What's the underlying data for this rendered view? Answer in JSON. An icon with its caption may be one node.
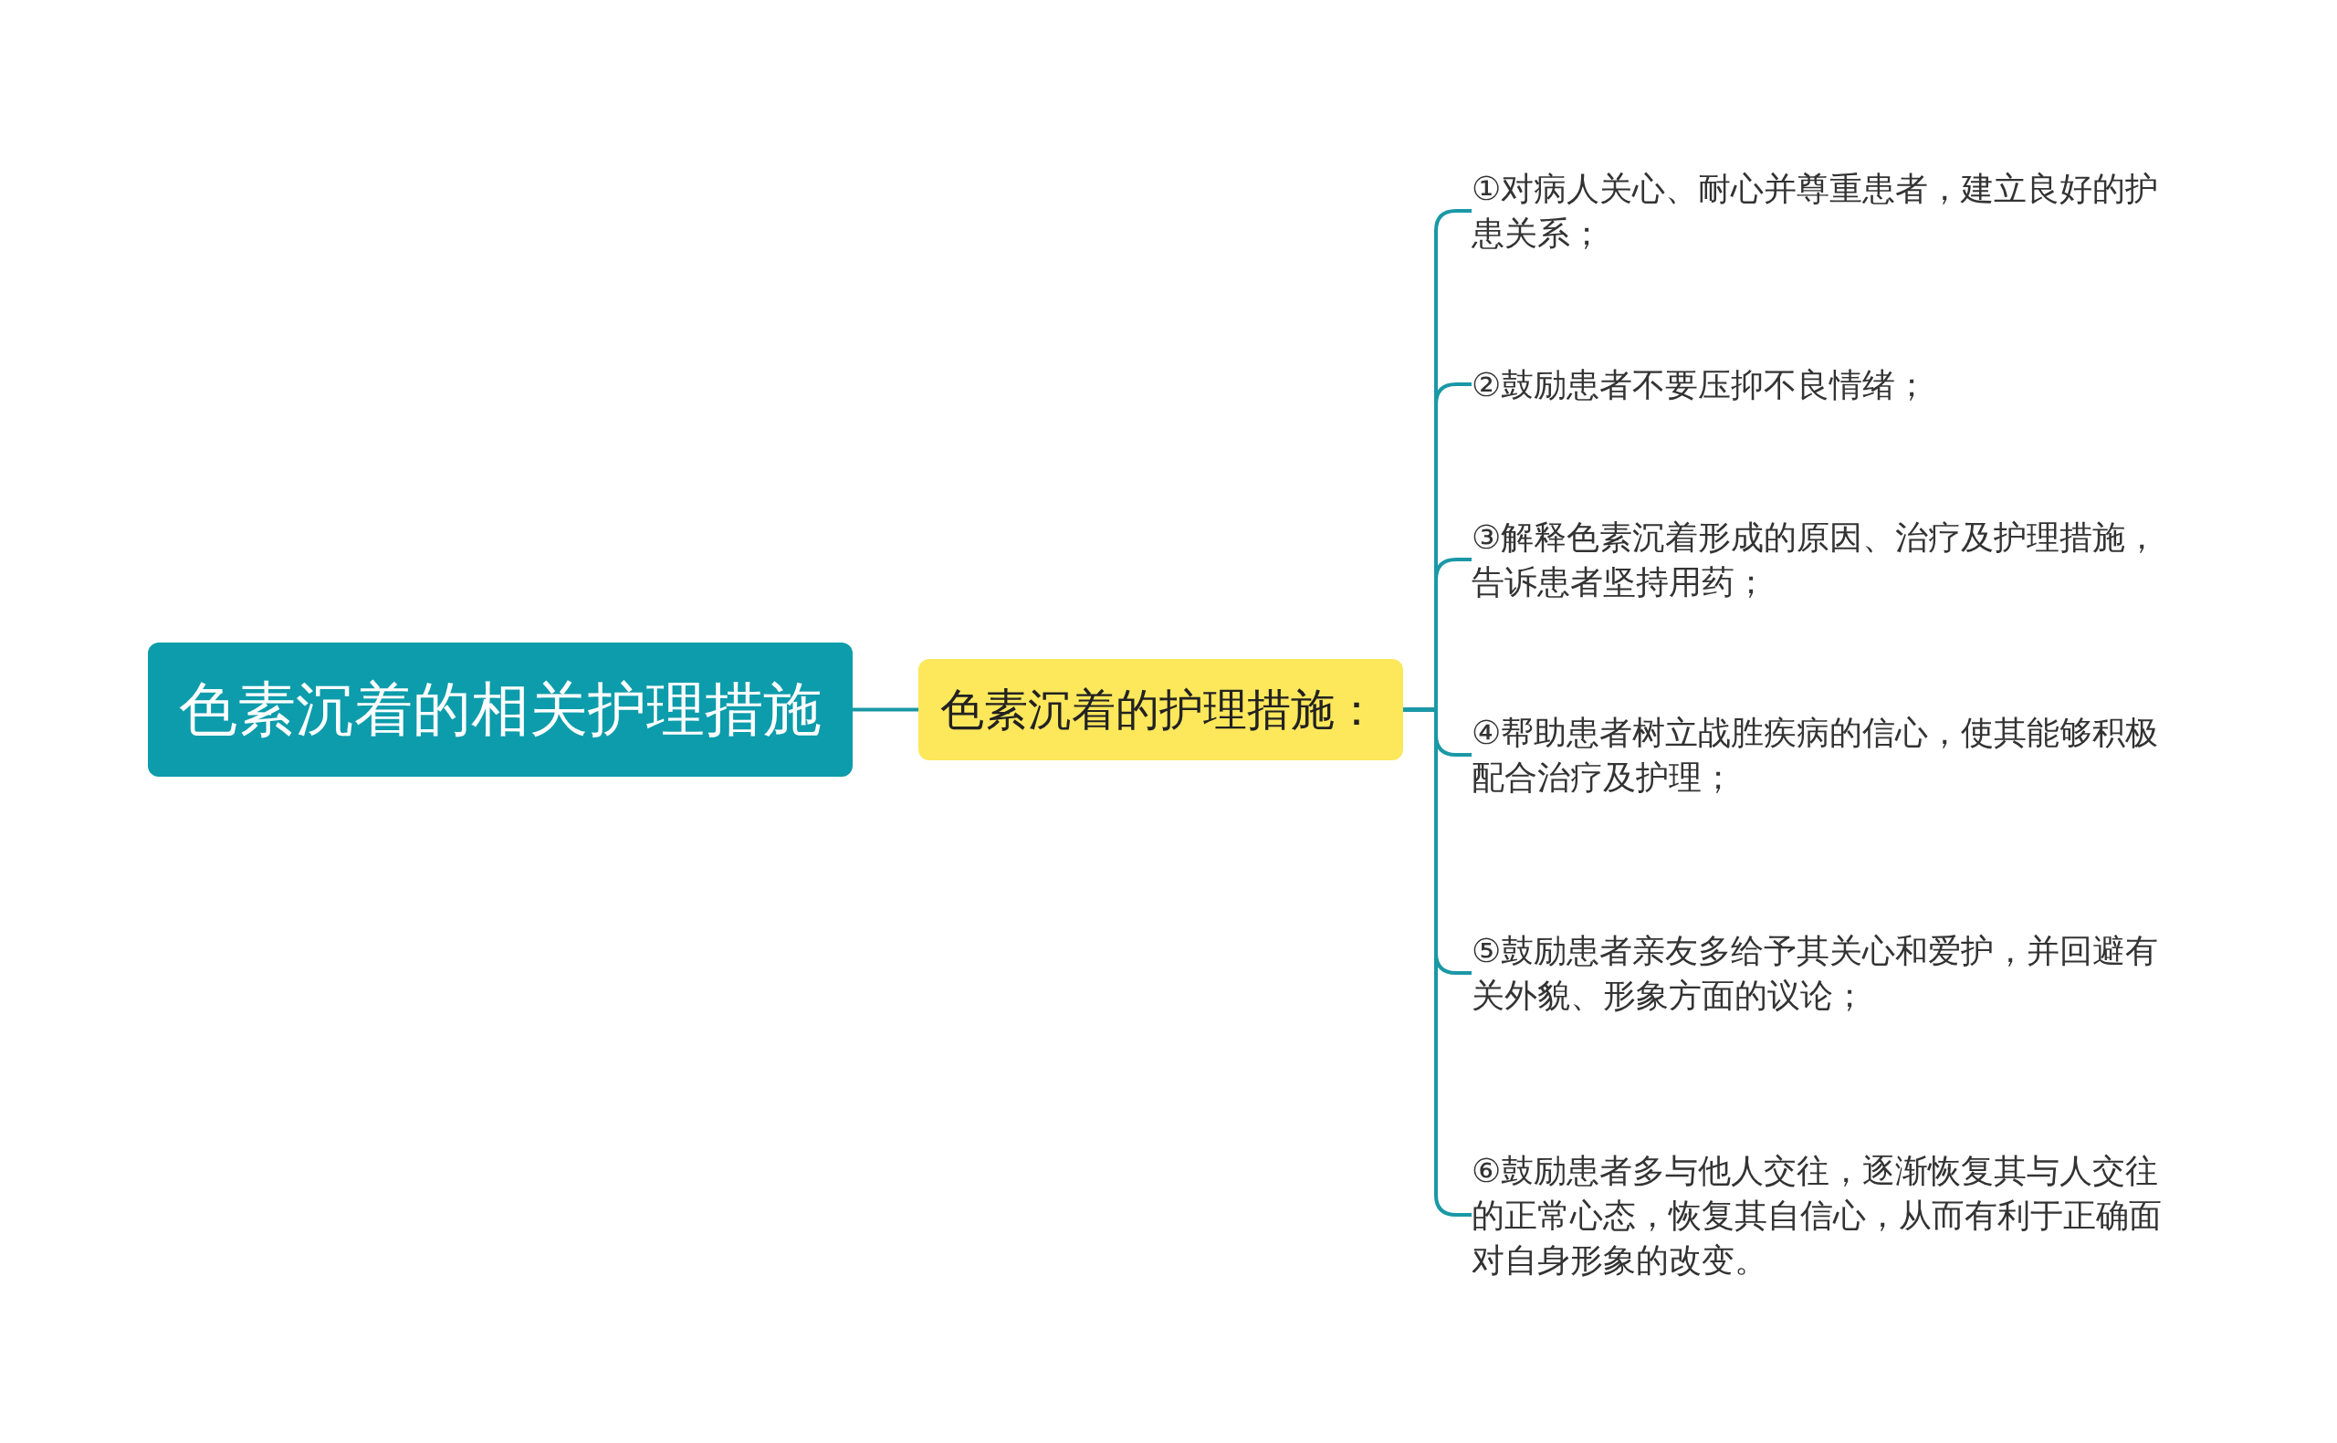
{
  "diagram": {
    "nodes": [
      {
        "text": [
          "色素沉着的相关护理措施"
        ]
      },
      {
        "text": [
          "色素沉着的护理措施："
        ]
      },
      {
        "text": [
          "①对病人关心、耐心并尊重患者，建立良好的护患关系；"
        ]
      },
      {
        "text": [
          "②鼓励患者不要压抑不良情绪；"
        ]
      },
      {
        "text": [
          "③解释色素沉着形成的原因、治疗及护理措施，告诉患者坚持用药；"
        ]
      },
      {
        "text": [
          "④帮助患者树立战胜疾病的信心，使其能够积极配合治疗及护理；"
        ]
      },
      {
        "text": [
          "⑤鼓励患者亲友多给予其关心和爱护，并回避有关外貌、形象方面的议论；"
        ]
      },
      {
        "text": [
          "⑥鼓励患者多与他人交往，逐渐恢复其与人交往的正常心态，恢复其自信心，从而有利于正确面对自身形象的改变。"
        ]
      }
    ],
    "edges": [
      {
        "from": 0,
        "to": 1,
        "arrow": "none"
      },
      {
        "from": 1,
        "to": 2,
        "arrow": "none"
      },
      {
        "from": 1,
        "to": 3,
        "arrow": "none"
      },
      {
        "from": 1,
        "to": 4,
        "arrow": "none"
      },
      {
        "from": 1,
        "to": 5,
        "arrow": "none"
      },
      {
        "from": 1,
        "to": 6,
        "arrow": "none"
      },
      {
        "from": 1,
        "to": 7,
        "arrow": "none"
      }
    ]
  }
}
